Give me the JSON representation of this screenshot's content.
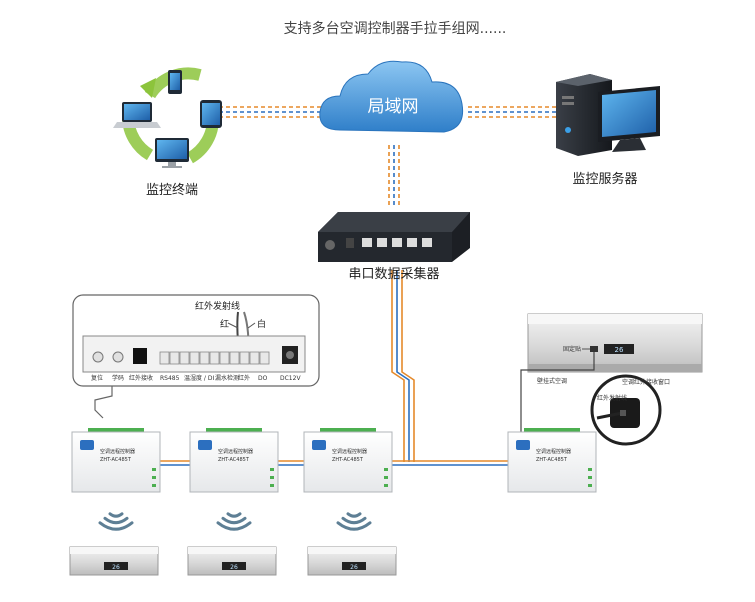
{
  "title": "支持多台空调控制器手拉手组网......",
  "nodes": {
    "monitor_terminal": "监控终端",
    "lan_cloud": "局域网",
    "monitor_server": "监控服务器",
    "serial_collector": "串口数据采集器"
  },
  "ir_panel": {
    "title": "红外发射线",
    "wire_red": "红",
    "wire_white": "白",
    "label_reset": "复位",
    "label_learn": "学码",
    "label_ir_recv": "红外接收",
    "label_rs485": "RS485",
    "label_temp_di": "温湿度 / DI",
    "label_leak": "漏水检测",
    "label_ir": "红外",
    "label_do": "DO",
    "label_dc12v": "DC12V"
  },
  "ac_unit": {
    "label_fix": "固定贴",
    "display": "26",
    "label_wall": "壁挂式空调",
    "label_window": "空调红外接收窗口",
    "label_emitter": "红外发射线"
  },
  "controller": {
    "name": "空调远程控制器",
    "model": "ZHT-AC485T"
  },
  "indoor_display": "26",
  "colors": {
    "cloud": "#3f8fd4",
    "link_orange": "#e58a2b",
    "link_blue": "#2c6fbf",
    "ring_green": "#8cc43c"
  }
}
